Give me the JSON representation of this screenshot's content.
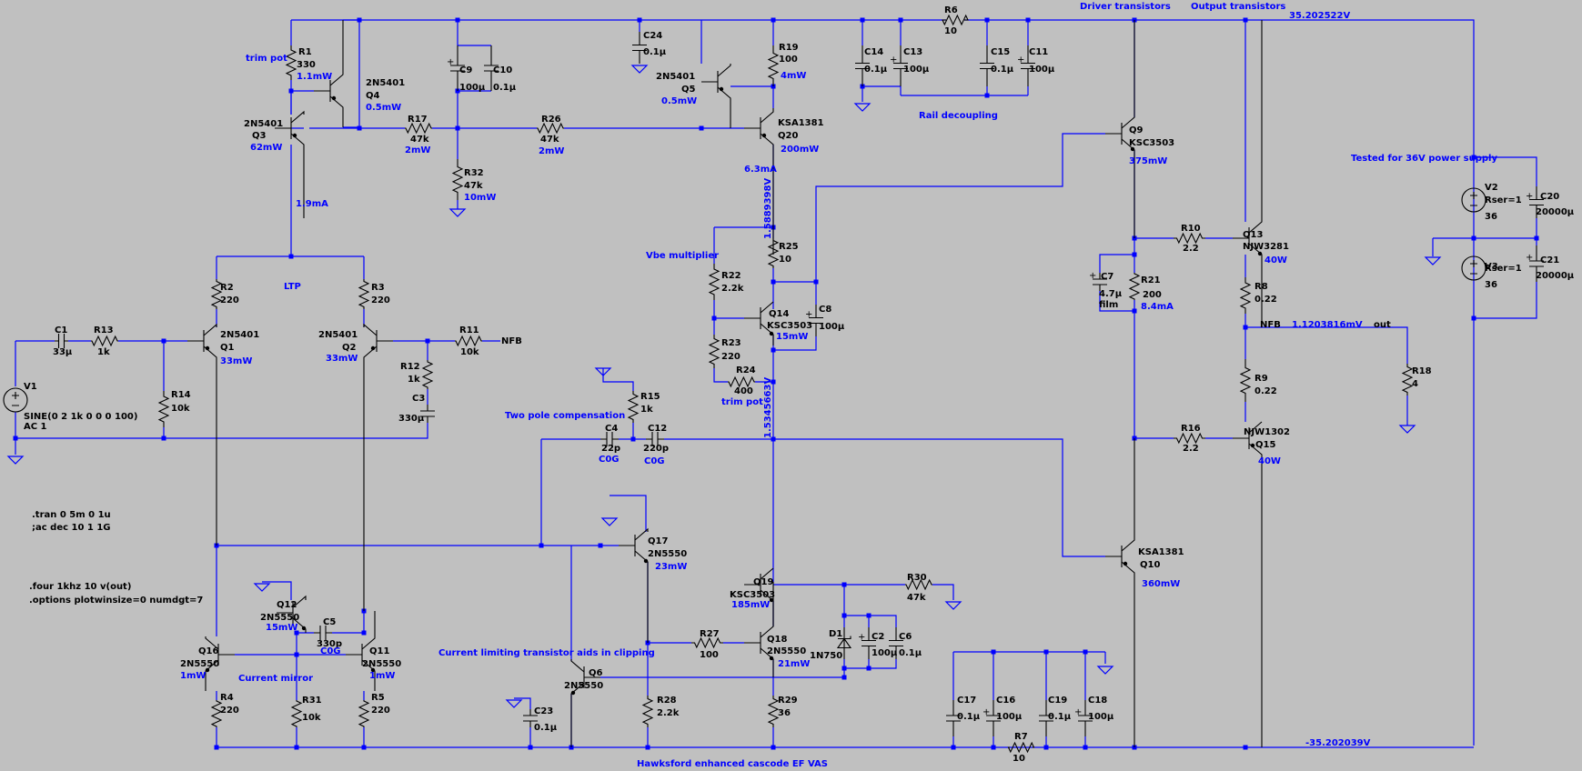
{
  "annotations": {
    "driver_transistors": "Driver transistors",
    "output_transistors": "Output transistors",
    "rail_decoupling": "Rail decoupling",
    "tested": "Tested for 36V power supply",
    "vbe_multiplier": "Vbe multiplier",
    "ltp": "LTP",
    "two_pole": "Two pole compensation",
    "current_mirror": "Current mirror",
    "current_limiting": "Current limiting transistor aids in clipping",
    "hawksford": "Hawksford enhanced cascode EF VAS",
    "trim_pot_1": "trim pot",
    "trim_pot_2": "trim pot"
  },
  "voltages": {
    "pos_rail": "35.202522V",
    "neg_rail": "-35.202039V",
    "nfb_v": "1.1203816mV",
    "vbe_top": "1.5889398V",
    "vbe_bot": "1.5345663V"
  },
  "currents": {
    "q3_i": "1.9mA",
    "q20_i": "6.3mA",
    "r21_i": "8.4mA"
  },
  "nets": {
    "nfb1": "NFB",
    "nfb2": "NFB",
    "out": "out"
  },
  "directives": {
    "tran": ".tran 0 5m 0 1u",
    "ac": ";ac dec 10 1 1G",
    "four": ".four 1khz 10 v(out)",
    "options": ".options plotwinsize=0 numdgt=7"
  },
  "components": {
    "R1": {
      "name": "R1",
      "value": "330",
      "power": "1.1mW"
    },
    "Q4": {
      "name": "Q4",
      "model": "2N5401",
      "power": "0.5mW"
    },
    "Q3": {
      "name": "Q3",
      "model": "2N5401",
      "power": "62mW"
    },
    "R17": {
      "name": "R17",
      "value": "47k",
      "power": "2mW"
    },
    "C9": {
      "name": "C9",
      "value": "100µ"
    },
    "C10": {
      "name": "C10",
      "value": "0.1µ"
    },
    "R32": {
      "name": "R32",
      "value": "47k",
      "power": "10mW"
    },
    "R26": {
      "name": "R26",
      "value": "47k",
      "power": "2mW"
    },
    "C24": {
      "name": "C24",
      "value": "0.1µ"
    },
    "Q5": {
      "name": "Q5",
      "model": "2N5401",
      "power": "0.5mW"
    },
    "R19": {
      "name": "R19",
      "value": "100",
      "power": "4mW"
    },
    "Q20": {
      "name": "Q20",
      "model": "KSA1381",
      "power": "200mW"
    },
    "R6": {
      "name": "R6",
      "value": "10"
    },
    "C14": {
      "name": "C14",
      "value": "0.1µ"
    },
    "C13": {
      "name": "C13",
      "value": "100µ"
    },
    "C15": {
      "name": "C15",
      "value": "0.1µ"
    },
    "C11": {
      "name": "C11",
      "value": "100µ"
    },
    "R25": {
      "name": "R25",
      "value": "10"
    },
    "R22": {
      "name": "R22",
      "value": "2.2k"
    },
    "Q14": {
      "name": "Q14",
      "model": "KSC3503",
      "power": "15mW"
    },
    "C8": {
      "name": "C8",
      "value": "100µ"
    },
    "R23": {
      "name": "R23",
      "value": "220"
    },
    "R24": {
      "name": "R24",
      "value": "400"
    },
    "Q9": {
      "name": "Q9",
      "model": "KSC3503",
      "power": "375mW"
    },
    "R10": {
      "name": "R10",
      "value": "2.2"
    },
    "Q13": {
      "name": "Q13",
      "model": "NJW3281",
      "power": "40W"
    },
    "C7": {
      "name": "C7",
      "value": "4.7µ",
      "note": "film"
    },
    "R21": {
      "name": "R21",
      "value": "200"
    },
    "R8": {
      "name": "R8",
      "value": "0.22"
    },
    "R9": {
      "name": "R9",
      "value": "0.22"
    },
    "R16": {
      "name": "R16",
      "value": "2.2"
    },
    "Q15": {
      "name": "Q15",
      "model": "NJW1302",
      "power": "40W"
    },
    "R18": {
      "name": "R18",
      "value": "4"
    },
    "V2": {
      "name": "V2",
      "rser": "Rser=1",
      "value": "36"
    },
    "V3": {
      "name": "V3",
      "rser": "Rser=1",
      "value": "36"
    },
    "C20": {
      "name": "C20",
      "value": "20000µ"
    },
    "C21": {
      "name": "C21",
      "value": "20000µ"
    },
    "R2": {
      "name": "R2",
      "value": "220"
    },
    "R3": {
      "name": "R3",
      "value": "220"
    },
    "Q1": {
      "name": "Q1",
      "model": "2N5401",
      "power": "33mW"
    },
    "Q2": {
      "name": "Q2",
      "model": "2N5401",
      "power": "33mW"
    },
    "C1": {
      "name": "C1",
      "value": "33µ"
    },
    "R13": {
      "name": "R13",
      "value": "1k"
    },
    "R14": {
      "name": "R14",
      "value": "10k"
    },
    "V1": {
      "name": "V1",
      "value": "SINE(0 2 1k 0 0 0 100)",
      "ac": "AC 1"
    },
    "R11": {
      "name": "R11",
      "value": "10k"
    },
    "R12": {
      "name": "R12",
      "value": "1k"
    },
    "C3": {
      "name": "C3",
      "value": "330µ"
    },
    "R15": {
      "name": "R15",
      "value": "1k"
    },
    "C4": {
      "name": "C4",
      "value": "22p",
      "note": "C0G"
    },
    "C12": {
      "name": "C12",
      "value": "220p",
      "note": "C0G"
    },
    "Q17": {
      "name": "Q17",
      "model": "2N5550",
      "power": "23mW"
    },
    "Q12": {
      "name": "Q12",
      "model": "2N5550",
      "power": "15mW"
    },
    "C5": {
      "name": "C5",
      "value": "330p",
      "note": "C0G"
    },
    "Q16": {
      "name": "Q16",
      "model": "2N5550",
      "power": "1mW"
    },
    "Q11": {
      "name": "Q11",
      "model": "2N5550",
      "power": "1mW"
    },
    "R4": {
      "name": "R4",
      "value": "220"
    },
    "R31": {
      "name": "R31",
      "value": "10k"
    },
    "R5": {
      "name": "R5",
      "value": "220"
    },
    "Q19": {
      "name": "Q19",
      "model": "KSC3503",
      "power": "185mW"
    },
    "R30": {
      "name": "R30",
      "value": "47k"
    },
    "D1": {
      "name": "D1",
      "model": "1N750"
    },
    "C2": {
      "name": "C2",
      "value": "100µ"
    },
    "C6": {
      "name": "C6",
      "value": "0.1µ"
    },
    "R27": {
      "name": "R27",
      "value": "100"
    },
    "Q18": {
      "name": "Q18",
      "model": "2N5550",
      "power": "21mW"
    },
    "Q6": {
      "name": "Q6",
      "model": "2N5550"
    },
    "R28": {
      "name": "R28",
      "value": "2.2k"
    },
    "R29": {
      "name": "R29",
      "value": "36"
    },
    "C23": {
      "name": "C23",
      "value": "0.1µ"
    },
    "Q10": {
      "name": "Q10",
      "model": "KSA1381",
      "power": "360mW"
    },
    "C17": {
      "name": "C17",
      "value": "0.1µ"
    },
    "C16": {
      "name": "C16",
      "value": "100µ"
    },
    "C19": {
      "name": "C19",
      "value": "0.1µ"
    },
    "C18": {
      "name": "C18",
      "value": "100µ"
    },
    "R7": {
      "name": "R7",
      "value": "10"
    }
  }
}
